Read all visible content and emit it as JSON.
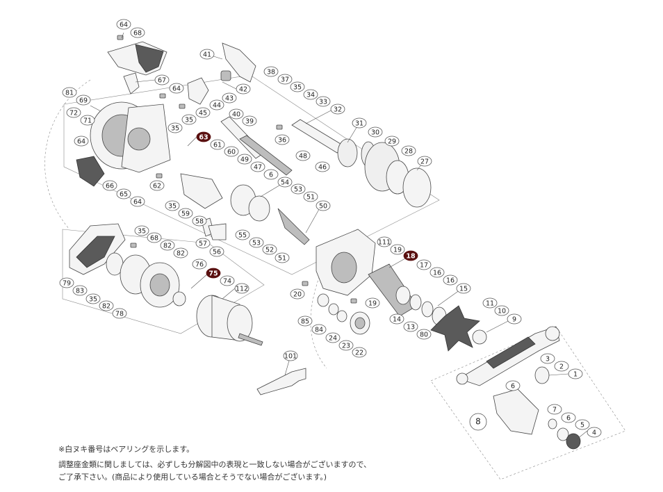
{
  "diagram": {
    "labels": {
      "p64a": "64",
      "p68a": "68",
      "p41": "41",
      "p67": "67",
      "p64b": "64",
      "p42": "42",
      "p43": "43",
      "p44": "44",
      "p45": "45",
      "p81": "81",
      "p69": "69",
      "p72": "72",
      "p71": "71",
      "p35a": "35",
      "p35b": "35",
      "p63": "63",
      "p61": "61",
      "p60": "60",
      "p64c": "64",
      "p62": "62",
      "p66": "66",
      "p65": "65",
      "p64d": "64",
      "p38": "38",
      "p37": "37",
      "p35c": "35",
      "p34": "34",
      "p33": "33",
      "p32": "32",
      "p40": "40",
      "p39": "39",
      "p36": "36",
      "p31": "31",
      "p30": "30",
      "p29": "29",
      "p28": "28",
      "p27": "27",
      "p49": "49",
      "p47": "47",
      "p48": "48",
      "p6a": "6",
      "p46": "46",
      "p54": "54",
      "p53a": "53",
      "p51a": "51",
      "p50": "50",
      "p35d": "35",
      "p59": "59",
      "p58": "58",
      "p57": "57",
      "p56": "56",
      "p55": "55",
      "p53b": "53",
      "p52": "52",
      "p51b": "51",
      "p35e": "35",
      "p68b": "68",
      "p82a": "82",
      "p82b": "82",
      "p76": "76",
      "p75": "75",
      "p74": "74",
      "p79": "79",
      "p83": "83",
      "p35f": "35",
      "p82c": "82",
      "p78": "78",
      "p112": "112",
      "p111": "111",
      "p19a": "19",
      "p18": "18",
      "p17": "17",
      "p16a": "16",
      "p16b": "16",
      "p15": "15",
      "p20": "20",
      "p19b": "19",
      "p85": "85",
      "p84": "84",
      "p24": "24",
      "p23": "23",
      "p22": "22",
      "p14": "14",
      "p13": "13",
      "p80": "80",
      "p11": "11",
      "p10": "10",
      "p9": "9",
      "p101": "101",
      "p3": "3",
      "p2": "2",
      "p1": "1",
      "p6b": "6",
      "p7": "7",
      "p6c": "6",
      "p5": "5",
      "p4": "4",
      "p8": "8"
    }
  },
  "notes": {
    "line1": "※白ヌキ番号はベアリングを示します。",
    "line2": "調整座金類に関しましては、必ずしも分解図中の表現と一致しない場合がございますので、",
    "line3": "ご了承下さい。(商品により使用している場合とそうでない場合がございます。)"
  }
}
